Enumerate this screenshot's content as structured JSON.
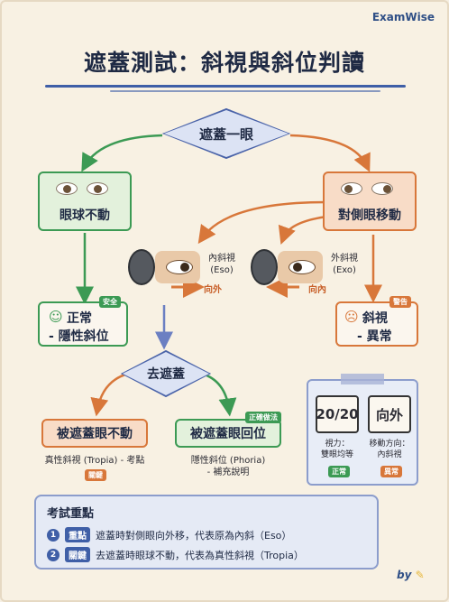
{
  "brand": "ExamWise",
  "title": "遮蓋測試：斜視與斜位判讀",
  "start_node": "遮蓋一眼",
  "left_branch": {
    "label": "眼球不動",
    "result_label": "正常",
    "result_sub": "- 隱性斜位",
    "tag": "安全",
    "smile": "☺"
  },
  "right_branch": {
    "label": "對側眼移動",
    "result_label": "斜視",
    "result_sub": "- 異常",
    "tag": "警告",
    "frown": "☹"
  },
  "eso": {
    "line1": "內斜視",
    "line2": "(Eso)",
    "direction": "向外"
  },
  "exo": {
    "line1": "外斜視",
    "line2": "(Exo)",
    "direction": "向內"
  },
  "uncover_node": "去遮蓋",
  "tropia_box": {
    "label": "被遮蓋眼不動",
    "desc": "真性斜視 (Tropia) - 考點",
    "tag": "關鍵"
  },
  "phoria_box": {
    "label": "被遮蓋眼回位",
    "desc_line1": "隱性斜位 (Phoria)",
    "desc_line2": "- 補充說明",
    "tag": "正確做法"
  },
  "info": {
    "card1": "20/20",
    "card1_caption1": "視力：",
    "card1_caption2": "雙眼均等",
    "card1_tag": "正常",
    "card2": "向外",
    "card2_caption1": "移動方向：",
    "card2_caption2": "內斜視",
    "card2_tag": "異常"
  },
  "notes": {
    "title": "考試重點",
    "items": [
      {
        "num": "1",
        "keyword": "重點",
        "text": "遮蓋時對側眼向外移，代表原為內斜（Eso）"
      },
      {
        "num": "2",
        "keyword": "關鍵",
        "text": "去遮蓋時眼球不動，代表為真性斜視（Tropia）"
      }
    ]
  },
  "signature": "by"
}
